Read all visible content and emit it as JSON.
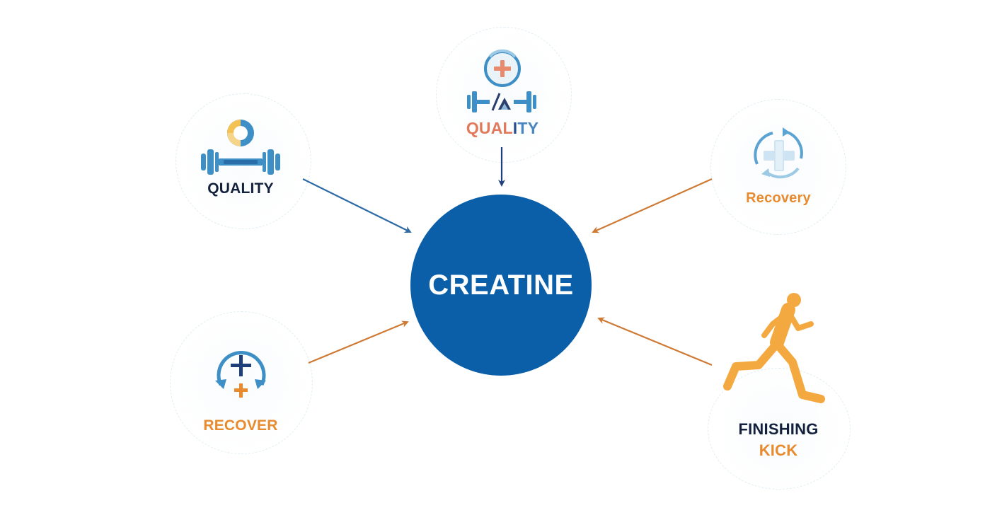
{
  "center": {
    "label": "CREATINE"
  },
  "nodes": {
    "top": {
      "label_parts": [
        {
          "text": "QUAL"
        },
        {
          "text": "I"
        },
        {
          "text": "TY"
        }
      ]
    },
    "top_left": {
      "label": "QUALITY"
    },
    "top_right": {
      "label": "Recovery"
    },
    "bottom_left": {
      "label": "RECOVER"
    },
    "bottom_right": {
      "line1": "FINISHING",
      "line2": "KICK"
    }
  },
  "icons": {
    "top": [
      "medical-cross-icon",
      "dumbbell-icon",
      "dumbbell-icon"
    ],
    "top_left": [
      "pie-chart-icon",
      "dumbbell-icon"
    ],
    "top_right": [
      "recovery-cycle-icon"
    ],
    "bottom_left": [
      "plus-cycle-icon",
      "plus-icon"
    ],
    "bottom_right": [
      "runner-icon"
    ]
  },
  "colors": {
    "center_fill": "#0b5fa8",
    "navy_text": "#14213d",
    "orange": "#e88a2e",
    "blue_icon": "#3d8fc6",
    "arrow_blue": "#2d6aa6",
    "arrow_orange": "#cf7a34",
    "runner": "#f4a940",
    "salmon": "#e88a6e"
  }
}
